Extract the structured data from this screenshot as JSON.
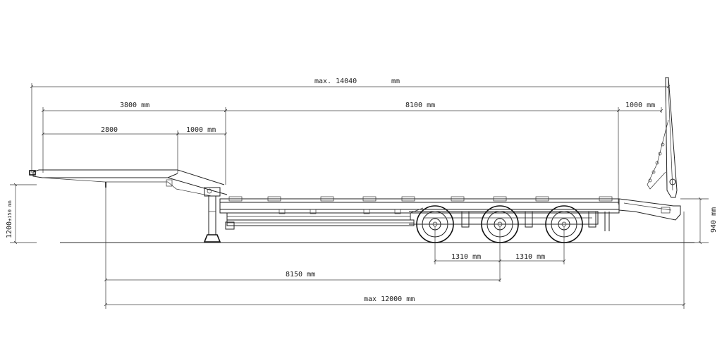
{
  "dimensions": {
    "overall_length": {
      "prefix": "max. 14040",
      "unit": "mm"
    },
    "gooseneck_total": "3800 mm",
    "deck_length": "8100 mm",
    "ramp_length": "1000 mm",
    "neck_upper": "2800",
    "neck_slope": "1000 mm",
    "deck_height_rear": "940 mm",
    "coupling_height": "1200",
    "coupling_tolerance": "±150 mm",
    "axle_spacing_1": "1310 mm",
    "axle_spacing_2": "1310 mm",
    "kingpin_to_axle": "8150 mm",
    "body_length": "max 12000  mm"
  },
  "colors": {
    "line": "#222222",
    "background": "#ffffff"
  }
}
